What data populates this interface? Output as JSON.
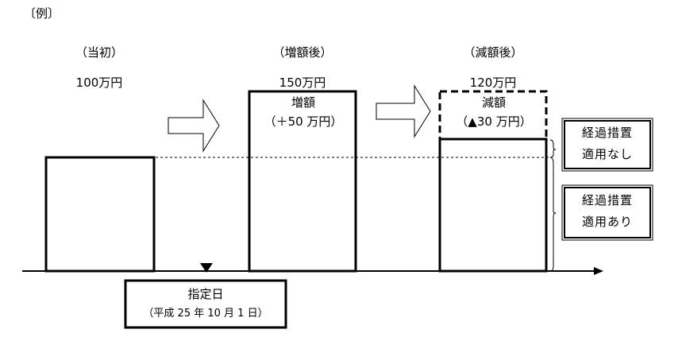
{
  "example_label": "〔例〕",
  "stages": [
    {
      "heading": "（当初）",
      "amount": "100万円"
    },
    {
      "heading": "（増額後）",
      "amount": "150万円",
      "box_title": "増額",
      "box_sub": "（＋50 万円）"
    },
    {
      "heading": "（減額後）",
      "amount": "120万円",
      "box_title": "減額",
      "box_sub": "（▲30 万円）"
    }
  ],
  "designated_date": {
    "title": "指定日",
    "sub": "（平成 25 年 10 月 1 日）"
  },
  "legend": {
    "without": [
      "経過措置",
      "適用なし"
    ],
    "with": [
      "経過措置",
      "適用あり"
    ]
  },
  "colors": {
    "line": "#000000",
    "background": "#ffffff"
  }
}
